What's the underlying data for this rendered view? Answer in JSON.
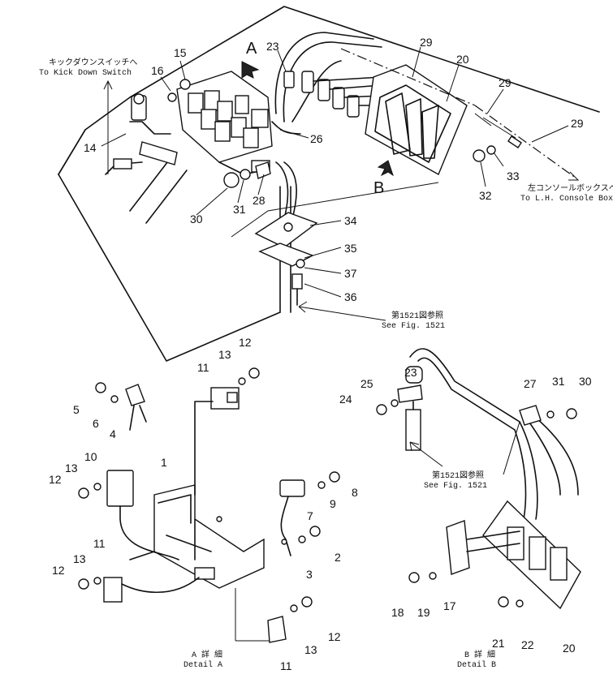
{
  "notes": {
    "kick_jp": "キックダウンスイッチへ",
    "kick_en": "To Kick Down Switch",
    "console_jp": "左コンソールボックスへ",
    "console_en": "To L.H. Console Box",
    "fig_jp_top": "第1521図参照",
    "fig_en_top": "See Fig. 1521",
    "fig_jp_bottom": "第1521図参照",
    "fig_en_bottom": "See Fig. 1521",
    "detailA_jp": "A 詳 細",
    "detailA_en": "Detail A",
    "detailB_jp": "B 詳 細",
    "detailB_en": "Detail B"
  },
  "views": {
    "a": "A",
    "b": "B"
  },
  "callouts": {
    "c15": "15",
    "c16": "16",
    "c14": "14",
    "c23a": "23",
    "c29a": "29",
    "c20a": "20",
    "c29b": "29",
    "c29c": "29",
    "c26": "26",
    "c33": "33",
    "c32": "32",
    "c30a": "30",
    "c31a": "31",
    "c28": "28",
    "c34": "34",
    "c35": "35",
    "c37": "37",
    "c36": "36",
    "c12a": "12",
    "c13a": "13",
    "c11a": "11",
    "c5": "5",
    "c6": "6",
    "c4": "4",
    "c1": "1",
    "c10": "10",
    "c13b": "13",
    "c12b": "12",
    "c8": "8",
    "c9": "9",
    "c7": "7",
    "c2": "2",
    "c3": "3",
    "c11b": "11",
    "c13c": "13",
    "c12c": "12",
    "c11c": "11",
    "c13d": "13",
    "c12d": "12",
    "c23b": "23",
    "c25": "25",
    "c24": "24",
    "c27": "27",
    "c31b": "31",
    "c30b": "30",
    "c18": "18",
    "c19": "19",
    "c17": "17",
    "c21": "21",
    "c22": "22",
    "c20b": "20"
  }
}
